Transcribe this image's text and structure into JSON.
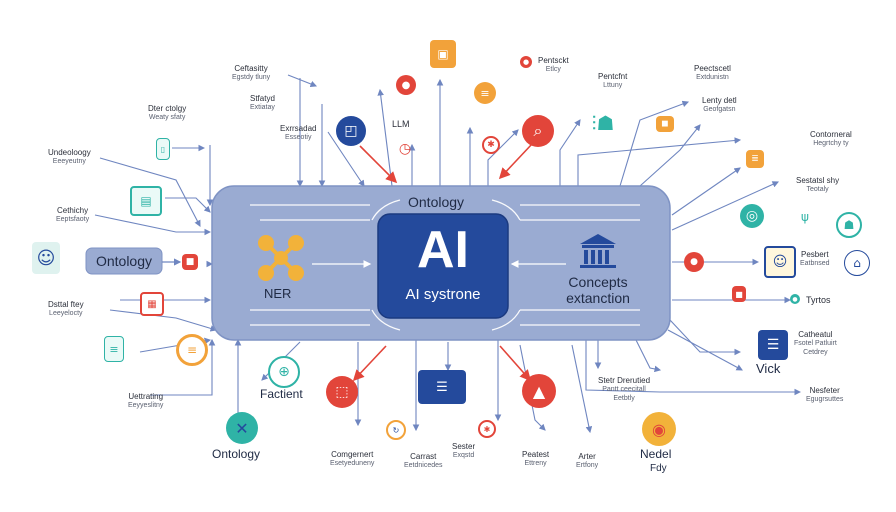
{
  "hub": {
    "core_title": "AI",
    "core_subtitle": "AI systrone",
    "top_label": "Ontology",
    "left_label": "NER",
    "right_label_1": "Concepts",
    "right_label_2": "extanction",
    "left_badge": "Ontology"
  },
  "labels": {
    "t1": {
      "a": "Ceftasitty",
      "b": "Egstdy tluny"
    },
    "t2": {
      "a": "Stfatyd",
      "b": "Extiatay"
    },
    "t3": {
      "a": "Exrrsadad",
      "b": "Esseotiy"
    },
    "t4": {
      "a": "Pentsckt",
      "b": "Etlcy"
    },
    "t5": {
      "a": "Pentcfnt",
      "b": "Lttuny"
    },
    "t6": {
      "a": "Peectscetl",
      "b": "Extdunistn"
    },
    "t7": {
      "a": "Lenty detl",
      "b": "Geofgatsn"
    },
    "tr1": {
      "a": "Contorneral",
      "b": "Hegrtchy ty"
    },
    "tr2": {
      "a": "Sestatsl shy",
      "b": "Teotaly"
    },
    "l1": {
      "a": "Dter ctolgy",
      "b": "Weaty sfaty"
    },
    "l2": {
      "a": "Undeoloogy",
      "b": "Eeeyeutny"
    },
    "l3": {
      "a": "Cethichy",
      "b": "Eeptsfaoty"
    },
    "l4": {
      "a": "Dsttal ftey",
      "b": "Leeyelocty"
    },
    "l5": {
      "a": "Uettrating",
      "b": "Eeyyeslitny"
    },
    "r1": {
      "a": "Pesbert",
      "b": "Eatbnsed"
    },
    "r2": {
      "a": "Tyrtos",
      "b": ""
    },
    "r3": {
      "a": "Catheatul",
      "b": "Fsotel Patluirt",
      "c": "Cetdrey"
    },
    "r4": {
      "a": "Stetr Drerutied",
      "b": "Pantt ceecitall",
      "c": "Eetbtly"
    },
    "r5": {
      "a": "Nesfeter",
      "b": "Egugrsuttes"
    },
    "b1": {
      "a": "Comgernert",
      "b": "Esetyeduneny"
    },
    "b2": {
      "a": "Carrast",
      "b": "Eetdnicedes"
    },
    "b3": {
      "a": "Sester",
      "b": "Exqstd"
    },
    "b4": {
      "a": "Peatest",
      "b": "Ettreny"
    },
    "b5": {
      "a": "Arter",
      "b": "Ertfony"
    },
    "m1": "LLM",
    "facttent": "Factient",
    "ontology_bottom": "Ontology",
    "vick": "Vick",
    "nedel_1": "Nedel",
    "nedel_2": "Fdy"
  },
  "colors": {
    "hub_fill": "#9aabd2",
    "hub_border": "#7f93c4",
    "core_fill": "#244a9c",
    "accent_red": "#e2453a",
    "accent_orange": "#f2a23a",
    "accent_teal": "#2fb3a6",
    "line_blue": "#6f86c0"
  }
}
